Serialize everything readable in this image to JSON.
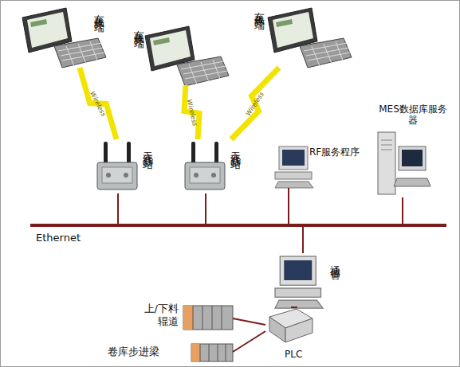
{
  "diagram": {
    "nodes": [
      {
        "text": [
          "车载终端"
        ]
      },
      {
        "text": [
          "车载终端"
        ]
      },
      {
        "text": [
          "车载终端"
        ]
      },
      {
        "text": [
          "无线基站"
        ]
      },
      {
        "text": [
          "无线基站"
        ]
      },
      {
        "text": [
          "RF服务程序"
        ]
      },
      {
        "text": [
          "MES数据库服务器"
        ]
      },
      {
        "text": [
          "Ethernet"
        ]
      },
      {
        "text": [
          "通信管"
        ]
      },
      {
        "text": [
          "PLC"
        ]
      },
      {
        "text": [
          "上/下料辊道"
        ]
      },
      {
        "text": [
          "卷库步进梁"
        ]
      }
    ],
    "edges": [
      {
        "from": 0,
        "to": 3,
        "arrow": "none",
        "label": "Wireless"
      },
      {
        "from": 1,
        "to": 4,
        "arrow": "none",
        "label": "Wireless"
      },
      {
        "from": 2,
        "to": 4,
        "arrow": "none",
        "label": "Wireless"
      },
      {
        "from": 3,
        "to": 7,
        "arrow": "none"
      },
      {
        "from": 4,
        "to": 7,
        "arrow": "none"
      },
      {
        "from": 5,
        "to": 7,
        "arrow": "none"
      },
      {
        "from": 6,
        "to": 7,
        "arrow": "none"
      },
      {
        "from": 8,
        "to": 7,
        "arrow": "none"
      },
      {
        "from": 8,
        "to": 9,
        "arrow": "none"
      },
      {
        "from": 9,
        "to": 10,
        "arrow": "none"
      },
      {
        "from": 9,
        "to": 11,
        "arrow": "none"
      }
    ]
  }
}
